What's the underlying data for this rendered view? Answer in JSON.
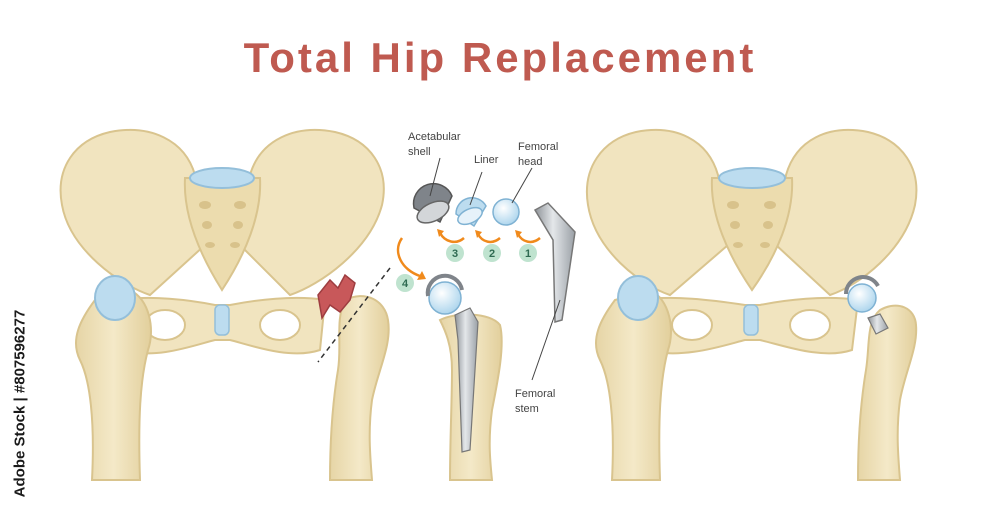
{
  "title": "Total Hip Replacement",
  "watermark": "Adobe Stock | #807596277",
  "labels": {
    "acetabular_shell_1": "Acetabular",
    "acetabular_shell_2": "shell",
    "liner": "Liner",
    "femoral_head_1": "Femoral",
    "femoral_head_2": "head",
    "femoral_stem_1": "Femoral",
    "femoral_stem_2": "stem"
  },
  "steps": [
    "1",
    "2",
    "3",
    "4"
  ],
  "colors": {
    "title": "#bf5a50",
    "bone": "#f1e4bf",
    "bone_shade": "#dfca95",
    "cartilage": "#bcdcef",
    "fracture": "#c8585a",
    "metal": "#bfc3c7",
    "arrow": "#f08a1c",
    "step_badge": "#bfe3cf"
  }
}
